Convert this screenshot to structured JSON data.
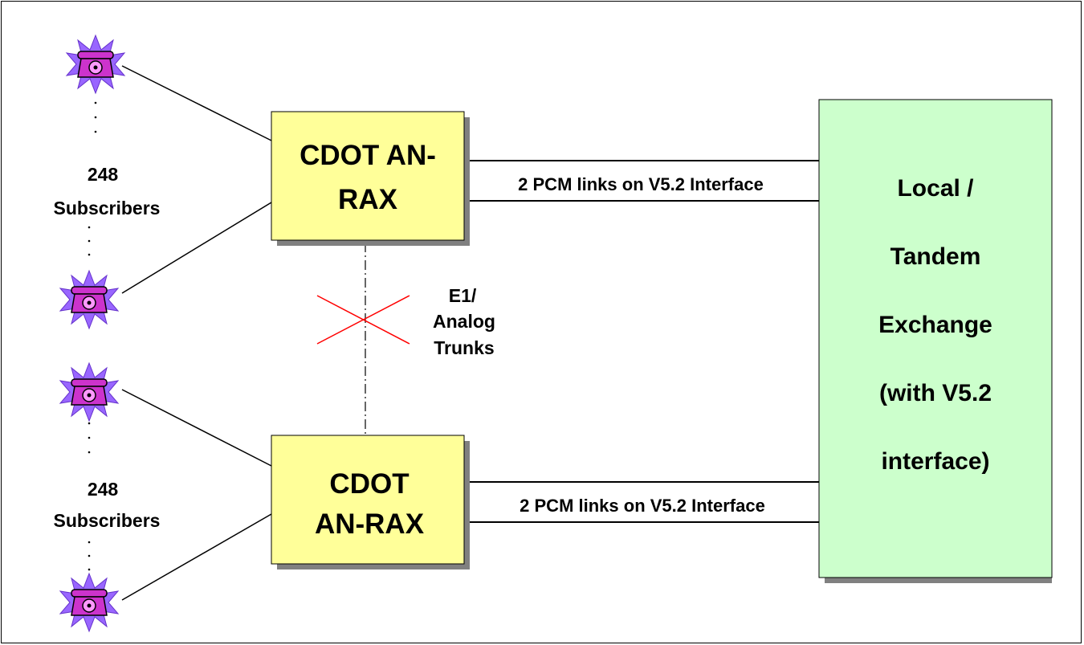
{
  "an_rax_top": {
    "line1": "CDOT AN-",
    "line2": "RAX"
  },
  "an_rax_bottom": {
    "line1": "CDOT",
    "line2": "AN-RAX"
  },
  "exchange": {
    "lines": [
      "Local /",
      "Tandem",
      "Exchange",
      "(with V5.2",
      "interface)"
    ]
  },
  "subscribers_top": {
    "count": "248",
    "label": "Subscribers"
  },
  "subscribers_bottom": {
    "count": "248",
    "label": "Subscribers"
  },
  "link_top_label": "2 PCM links on V5.2 Interface",
  "link_bottom_label": "2 PCM links on V5.2 Interface",
  "trunks": {
    "line1": "E1/",
    "line2": "Analog",
    "line3": "Trunks"
  },
  "colors": {
    "an_rax_fill": "#ffff99",
    "exchange_fill": "#ccffcc",
    "shadow": "#808080",
    "cross": "#ff0000",
    "phone": "#cc33cc",
    "burst": "#9966ff"
  },
  "icons": {
    "subscriber_phone": "telephone-icon"
  }
}
